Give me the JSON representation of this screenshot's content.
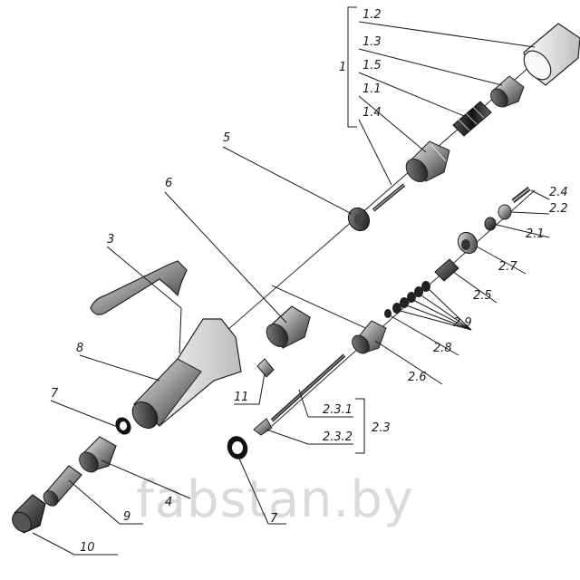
{
  "watermark": "fabstan.by",
  "labels": {
    "l1": "1",
    "l1_2": "1.2",
    "l1_3": "1.3",
    "l1_5": "1.5",
    "l1_1": "1.1",
    "l1_4": "1.4",
    "l2_4": "2.4",
    "l2_2": "2.2",
    "l2_1": "2.1",
    "l2_7": "2.7",
    "l2_5": "2.5",
    "l2_9": "2.9",
    "l2_8": "2.8",
    "l2_6": "2.6",
    "l2_3_1": "2.3.1",
    "l2_3_2": "2.3.2",
    "l2_3": "2.3",
    "l3": "3",
    "l4": "4",
    "l5": "5",
    "l6": "6",
    "l7a": "7",
    "l7b": "7",
    "l8": "8",
    "l9": "9",
    "l10": "10",
    "l11": "11"
  }
}
